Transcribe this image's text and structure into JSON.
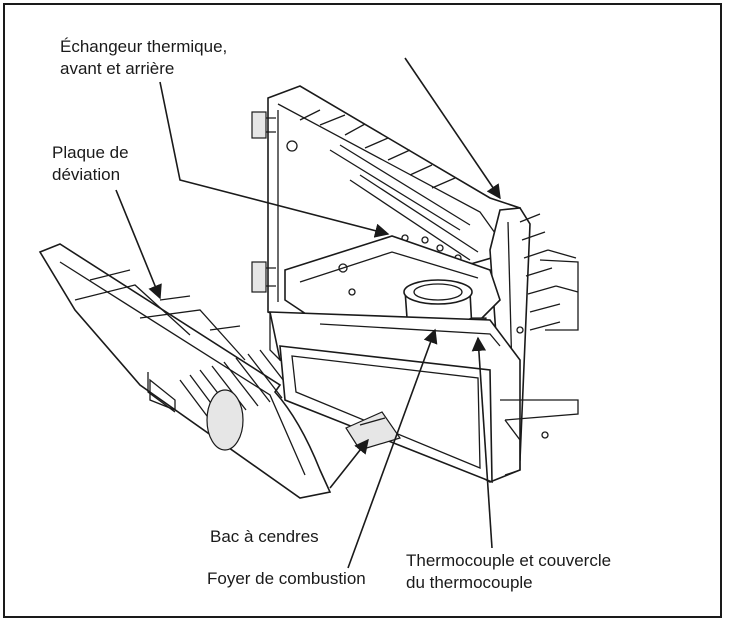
{
  "labels": {
    "heat_exchanger_line1": "Échangeur thermique,",
    "heat_exchanger_line2": "avant et arrière",
    "baffle_line1": "Plaque de",
    "baffle_line2": "déviation",
    "ash_pan": "Bac à cendres",
    "burn_pot": "Foyer de combustion",
    "thermocouple_line1": "Thermocouple et couvercle",
    "thermocouple_line2": "du thermocouple"
  },
  "colors": {
    "line": "#1a1a1a",
    "background": "#ffffff",
    "shade": "#e6e6e6"
  }
}
